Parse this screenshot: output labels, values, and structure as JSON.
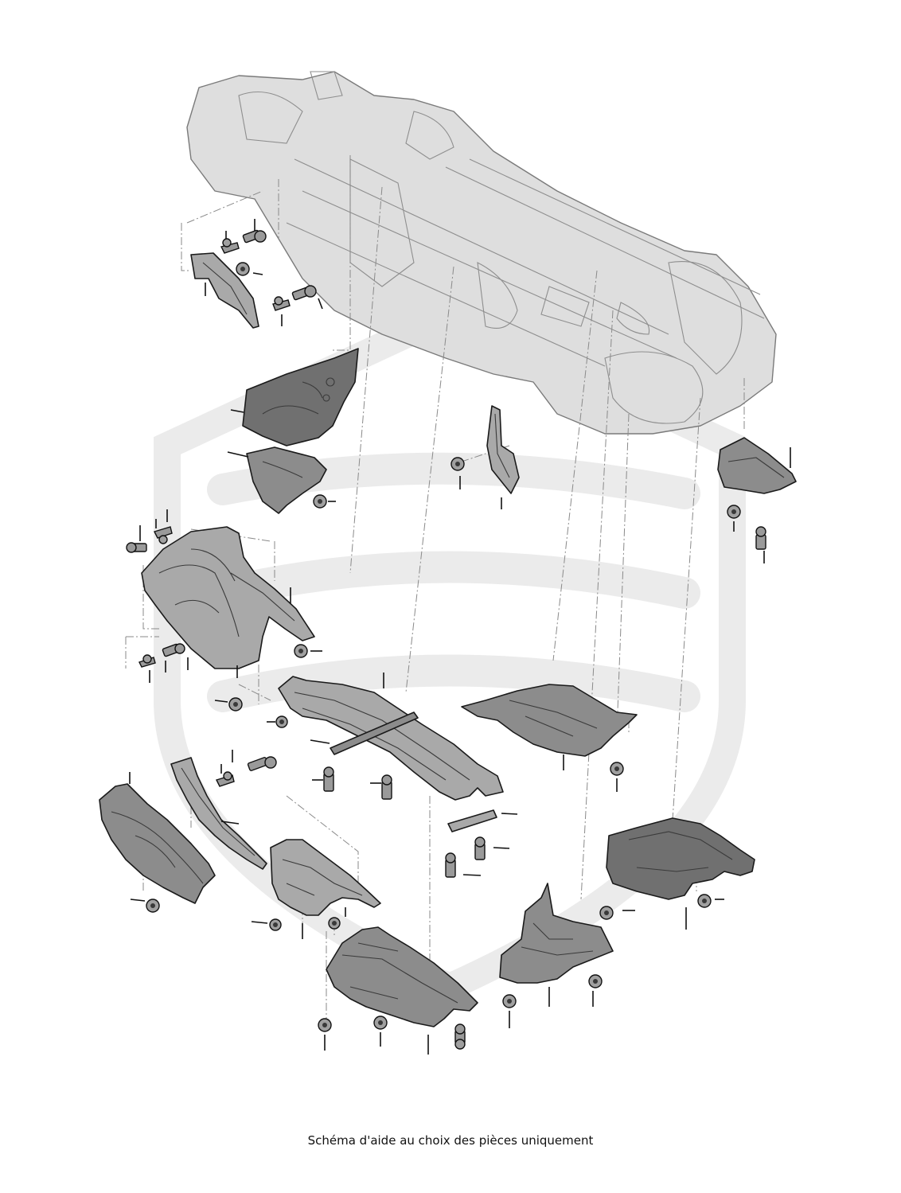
{
  "caption": "Schéma d'aide au choix des pièces uniquement",
  "colors": {
    "background": "#ffffff",
    "watermark": "#ebebeb",
    "part_fill": "#8c8c8c",
    "outline": "#1a1a1a",
    "body_shell": "#dedede"
  },
  "parts": [
    "vehicle-underbody",
    "front-left-bracket",
    "front-heat-shield",
    "lower-heat-shield",
    "large-tunnel-heat-shield",
    "right-mount-bracket",
    "rear-right-bracket",
    "center-tunnel-shield",
    "right-floor-shield",
    "left-lower-shield",
    "thin-strip-shield",
    "center-lower-shield",
    "bottom-center-shield",
    "bottom-right-shield",
    "rear-right-shield",
    "clamp-plate"
  ]
}
